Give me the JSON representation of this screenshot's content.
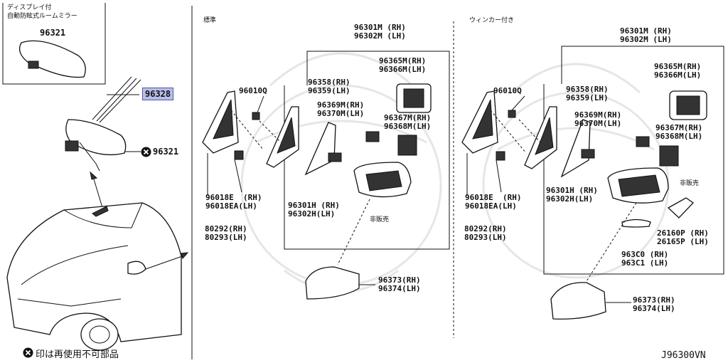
{
  "left_panel": {
    "inset_title_line1": "ディスプレイ付",
    "inset_title_line2": "自動防眩式ルームミラー",
    "inset_part": "96321",
    "highlight_part": "96328",
    "x_mark_part": "96321",
    "footer_note": "印は再使用不可部品"
  },
  "standard_section": {
    "title": "標準",
    "labels": {
      "p96301M": "96301M (RH)\n96302M (LH)",
      "p96365M": "96365M(RH)\n96366M(LH)",
      "p96010Q": "96010Q",
      "p96358": "96358(RH)\n96359(LH)",
      "p96369M": "96369M(RH)\n96370M(LH)",
      "p96367M": "96367M(RH)\n96368M(LH)",
      "p96018E": "96018E  (RH)\n96018EA(LH)",
      "p96301H": "96301H (RH)\n96302H(LH)",
      "not_sold": "非販売",
      "p80292": "80292(RH)\n80293(LH)",
      "p96373": "96373(RH)\n96374(LH)"
    }
  },
  "winker_section": {
    "title": "ウィンカー付き",
    "labels": {
      "p96301M": "96301M (RH)\n96302M (LH)",
      "p96365M": "96365M(RH)\n96366M(LH)",
      "p96010Q": "96010Q",
      "p96358": "96358(RH)\n96359(LH)",
      "p96369M": "96369M(RH)\n96370M(LH)",
      "p96367M": "96367M(RH)\n96368M(LH)",
      "p96018E": "96018E  (RH)\n96018EA(LH)",
      "p96301H": "96301H (RH)\n96302H(LH)",
      "not_sold": "非販売",
      "p26160P": "26160P (RH)\n26165P (LH)",
      "p80292": "80292(RH)\n80293(LH)",
      "p963C0": "963C0 (RH)\n963C1 (LH)",
      "p96373": "96373(RH)\n96374(LH)"
    }
  },
  "diagram_code": "J96300VN",
  "icons": [
    "x-circle-icon"
  ]
}
